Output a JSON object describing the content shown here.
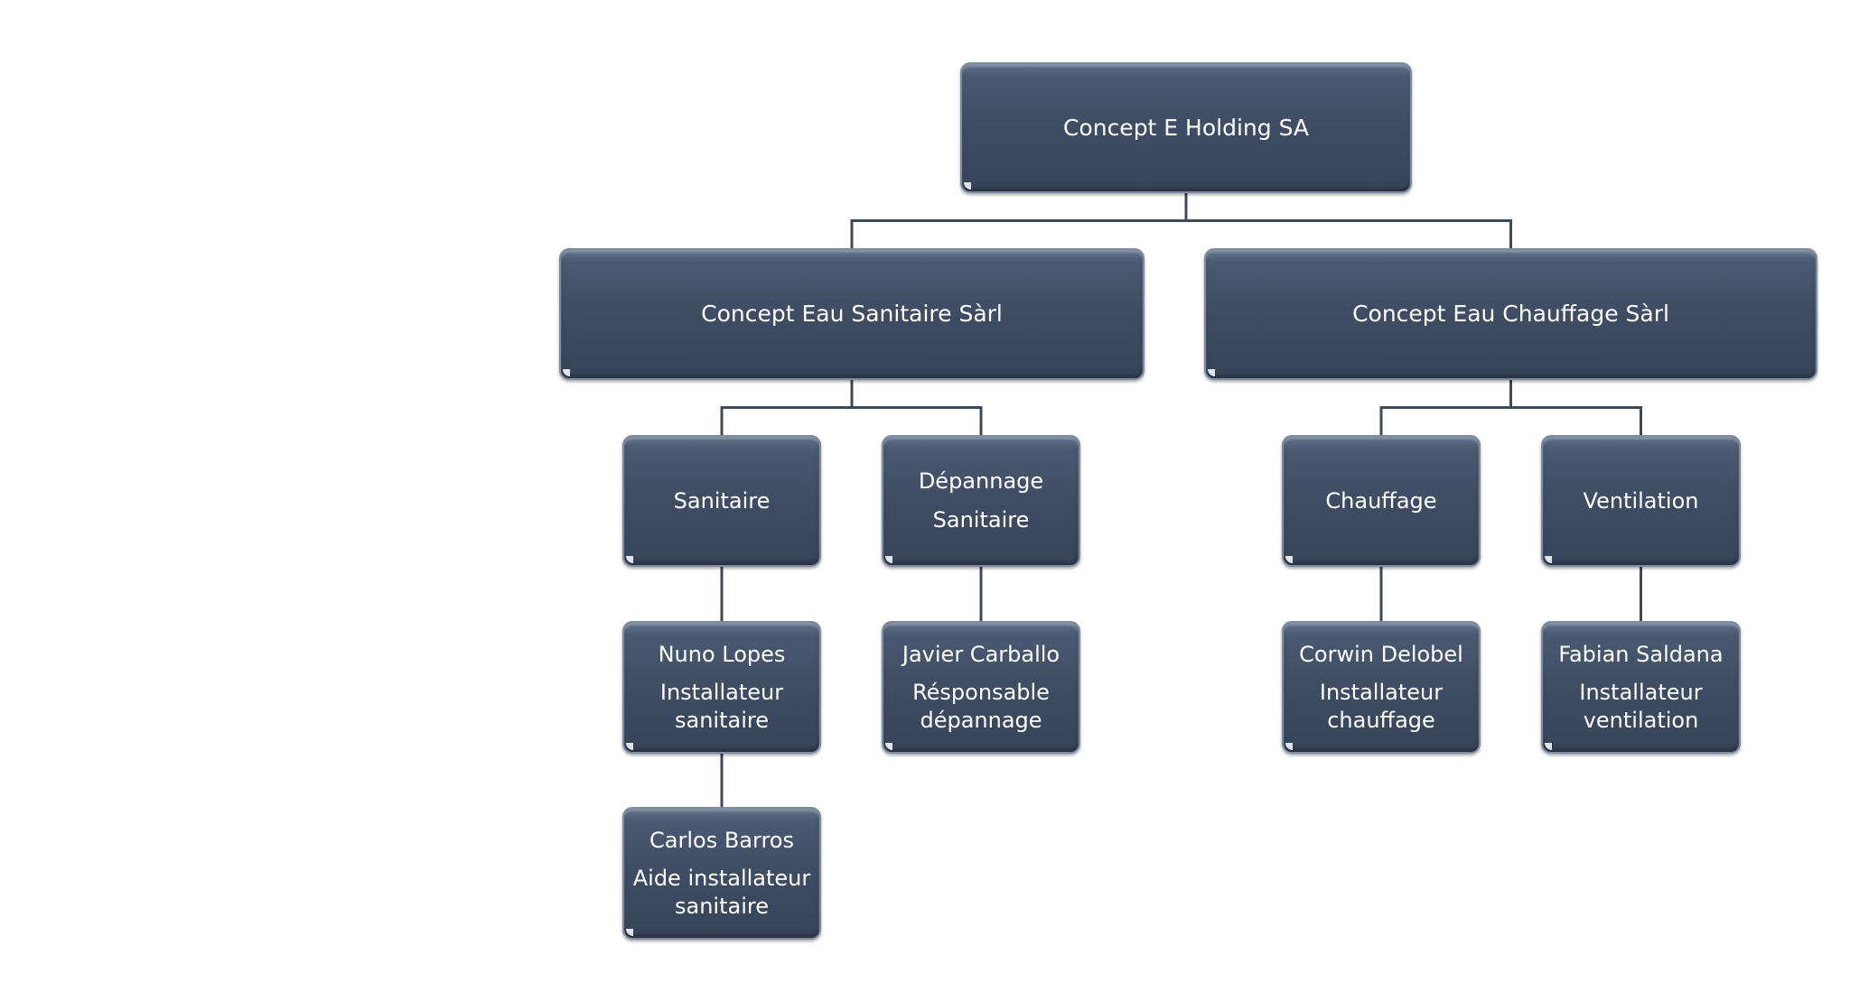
{
  "org_chart": {
    "nodes": [
      {
        "id": "holding",
        "title": "Concept E Holding SA",
        "subtitle": ""
      },
      {
        "id": "sanitaire_sarl",
        "title": "Concept Eau Sanitaire Sàrl",
        "subtitle": ""
      },
      {
        "id": "chauffage_sarl",
        "title": "Concept Eau Chauffage Sàrl",
        "subtitle": ""
      },
      {
        "id": "sanitaire",
        "title": "Sanitaire",
        "subtitle": ""
      },
      {
        "id": "depannage",
        "title": "Dépannage",
        "subtitle": "Sanitaire"
      },
      {
        "id": "chauffage",
        "title": "Chauffage",
        "subtitle": ""
      },
      {
        "id": "ventilation",
        "title": "Ventilation",
        "subtitle": ""
      },
      {
        "id": "nuno",
        "title": "Nuno Lopes",
        "subtitle": "Installateur sanitaire"
      },
      {
        "id": "javier",
        "title": "Javier Carballo",
        "subtitle": "Résponsable dépannage"
      },
      {
        "id": "corwin",
        "title": "Corwin Delobel",
        "subtitle": "Installateur chauffage"
      },
      {
        "id": "fabian",
        "title": "Fabian Saldana",
        "subtitle": "Installateur ventilation"
      },
      {
        "id": "carlos",
        "title": "Carlos Barros",
        "subtitle": "Aide installateur sanitaire"
      }
    ],
    "edges": [
      [
        "holding",
        "sanitaire_sarl"
      ],
      [
        "holding",
        "chauffage_sarl"
      ],
      [
        "sanitaire_sarl",
        "sanitaire"
      ],
      [
        "sanitaire_sarl",
        "depannage"
      ],
      [
        "chauffage_sarl",
        "chauffage"
      ],
      [
        "chauffage_sarl",
        "ventilation"
      ],
      [
        "sanitaire",
        "nuno"
      ],
      [
        "depannage",
        "javier"
      ],
      [
        "chauffage",
        "corwin"
      ],
      [
        "ventilation",
        "fabian"
      ],
      [
        "nuno",
        "carlos"
      ]
    ]
  },
  "colors": {
    "box_fill": "#3f4e65",
    "connector": "#3e4a5c",
    "text": "#ffffff"
  }
}
